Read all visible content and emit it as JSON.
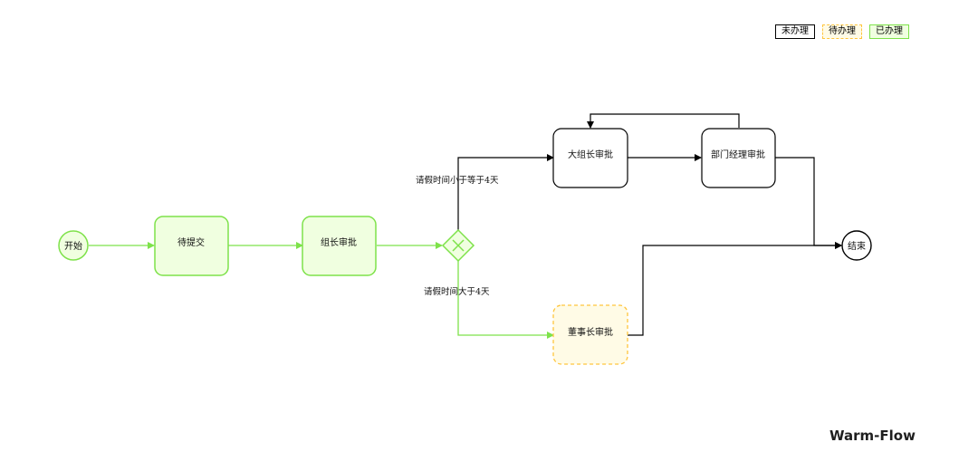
{
  "legend": {
    "not_handled": "未办理",
    "pending": "待办理",
    "handled": "已办理"
  },
  "nodes": {
    "start": "开始",
    "submit": "待提交",
    "group_leader": "组长审批",
    "big_group_leader": "大组长审批",
    "dept_manager": "部门经理审批",
    "chairman": "董事长审批",
    "end": "结束"
  },
  "edges": {
    "leq4": "请假时间小于等于4天",
    "gt4": "请假时间大于4天"
  },
  "colors": {
    "done_stroke": "#7ee24a",
    "done_fill": "#f0ffe0",
    "pending_stroke": "#ffc53d",
    "pending_fill": "#fffbe6",
    "todo_stroke": "#000000"
  },
  "brand": "Warm-Flow"
}
